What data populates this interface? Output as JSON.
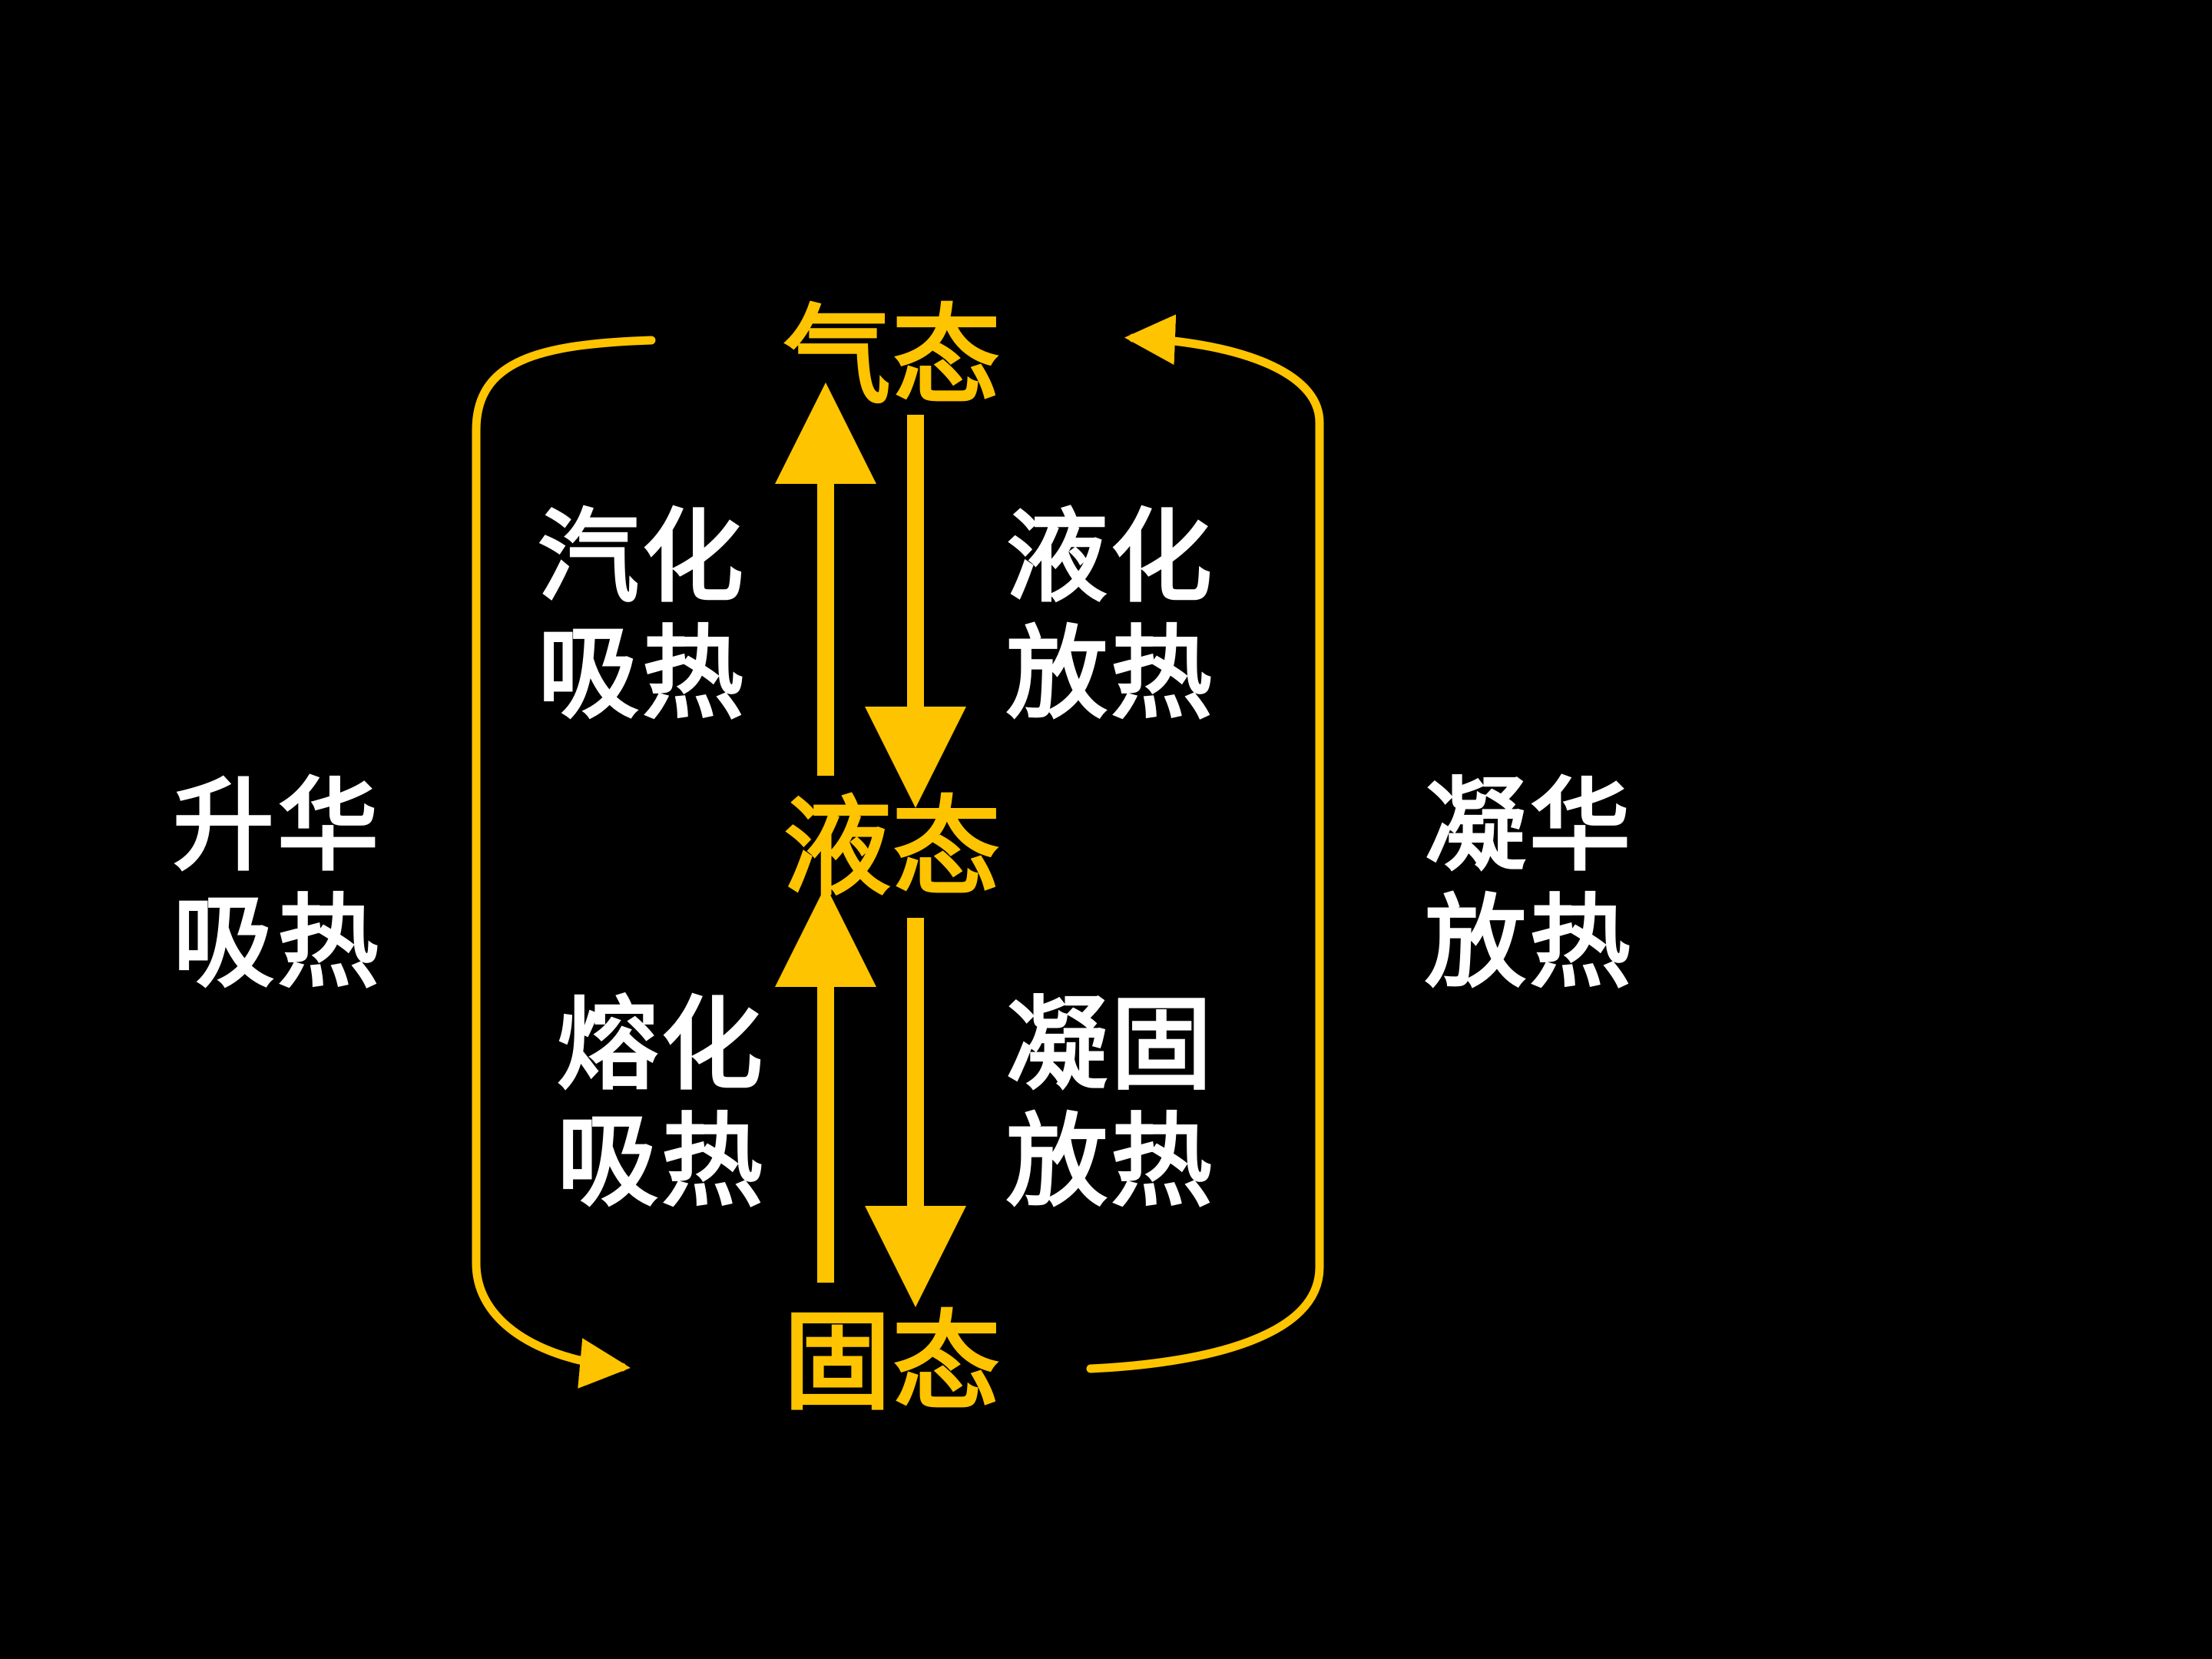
{
  "colors": {
    "background": "#000000",
    "accent": "#FFC400",
    "text": "#FFFFFF"
  },
  "states": {
    "gas": "气态",
    "liquid": "液态",
    "solid": "固态"
  },
  "transitions": {
    "vaporization": {
      "name": "汽化",
      "heat": "吸热"
    },
    "liquefaction": {
      "name": "液化",
      "heat": "放热"
    },
    "melting": {
      "name": "熔化",
      "heat": "吸热"
    },
    "solidification": {
      "name": "凝固",
      "heat": "放热"
    },
    "sublimation": {
      "name": "升华",
      "heat": "吸热"
    },
    "deposition": {
      "name": "凝华",
      "heat": "放热"
    }
  }
}
